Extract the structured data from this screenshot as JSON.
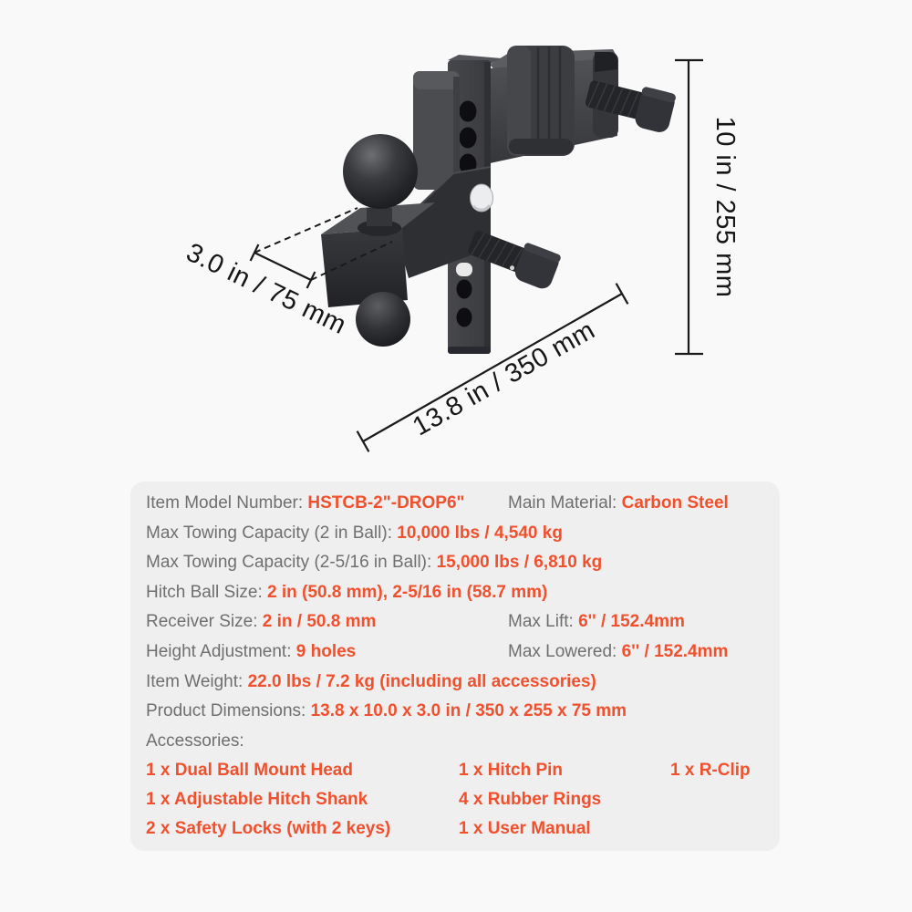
{
  "colors": {
    "accent_orange": "#F0502D",
    "label_gray": "#6F6F6F",
    "panel_bg": "#EFEFEF",
    "page_bg": "#F9F9F9",
    "dim_line": "#1A1A1A"
  },
  "diagram": {
    "dims": {
      "height": "10 in / 255 mm",
      "depth": "3.0 in / 75 mm",
      "length": "13.8 in / 350 mm"
    }
  },
  "specs": {
    "rows": [
      {
        "c1_label": "Item Model Number: ",
        "c1_value": "HSTCB-2\"-DROP6\"",
        "c2_label": "Main Material: ",
        "c2_value": "Carbon Steel"
      },
      {
        "c1_label": "Max Towing Capacity (2 in Ball): ",
        "c1_value": "10,000 lbs / 4,540 kg"
      },
      {
        "c1_label": "Max Towing Capacity (2-5/16 in Ball): ",
        "c1_value": "15,000 lbs / 6,810 kg"
      },
      {
        "c1_label": "Hitch Ball Size: ",
        "c1_value": "2 in (50.8 mm), 2-5/16 in (58.7 mm)"
      },
      {
        "c1_label": "Receiver Size: ",
        "c1_value": "2 in / 50.8 mm",
        "c2_label": "Max Lift: ",
        "c2_value": "6'' / 152.4mm"
      },
      {
        "c1_label": "Height Adjustment: ",
        "c1_value": "9 holes",
        "c2_label": "Max Lowered: ",
        "c2_value": "6'' / 152.4mm"
      },
      {
        "c1_label": "Item Weight: ",
        "c1_value": "22.0 lbs / 7.2 kg (including all accessories)"
      },
      {
        "c1_label": "Product Dimensions: ",
        "c1_value": "13.8 x 10.0 x 3.0 in / 350 x 255 x 75 mm"
      },
      {
        "c1_label": "Accessories:"
      }
    ],
    "accessories": [
      {
        "col1": "1 x Dual Ball Mount Head",
        "col2": "1 x Hitch Pin",
        "col3": "1 x R-Clip"
      },
      {
        "col1": "1 x Adjustable Hitch Shank",
        "col2": "4 x Rubber Rings"
      },
      {
        "col1": "2 x Safety Locks (with 2 keys)",
        "col2": "1 x User Manual"
      }
    ]
  }
}
